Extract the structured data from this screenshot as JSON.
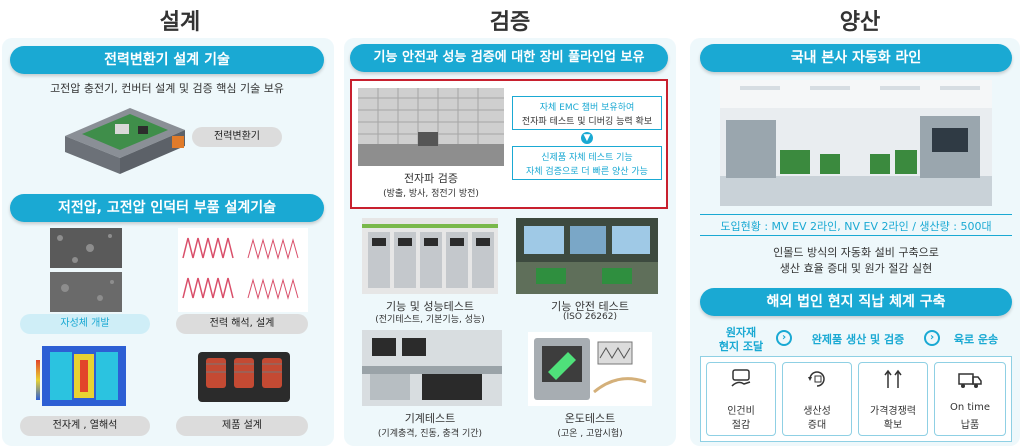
{
  "headers": {
    "design": "설계",
    "verify": "검증",
    "mass": "양산"
  },
  "design": {
    "pill1": "전력변환기 설계 기술",
    "desc1": "고전압 충전기, 컨버터 설계 및 검증 핵심 기술 보유",
    "converter_label": "전력변환기",
    "pill2": "저전압, 고전압  인덕터 부품 설계기술",
    "tiles": [
      {
        "label": "자성체 개발"
      },
      {
        "label": "전력 해석, 설계"
      },
      {
        "label": "전자계 , 열해석"
      },
      {
        "label": "제품 설계"
      }
    ]
  },
  "verify": {
    "pill": "기능 안전과 성능 검증에 대한 장비 풀라인업 보유",
    "emc_title": "전자파 검증",
    "emc_sub": "(방출, 방사, 정전기 방전)",
    "info1_line1": "자체 EMC 챔버 보유하여",
    "info1_line2": "전자파 테스트 및 디버깅 능력 확보",
    "info2_line1": "신제품 자체 테스트 기능",
    "info2_line2": "자체 검증으로 더 빠른 양산 가능",
    "tests": [
      {
        "title": "기능 및 성능테스트",
        "sub": "(전기테스트, 기본기능, 성능)"
      },
      {
        "title": "기능 안전 테스트",
        "sub": "(ISO 26262)"
      },
      {
        "title": "기계테스트",
        "sub": "(기계충격, 진동, 충격 기간)"
      },
      {
        "title": "온도테스트",
        "sub": "(고온 , 고압시험)"
      }
    ]
  },
  "mass": {
    "pill1": "국내 본사 자동화 라인",
    "status": "도입현황 : MV EV 2라인, NV EV 2라인 / 생산량 : 500대",
    "desc_line1": "인몰드 방식의 자동화 설비 구축으로",
    "desc_line2": "생산 효율 증대 및 원가 절감 실현",
    "pill2": "해외 법인 현지 직납 체계 구축",
    "flow1_line1": "원자재",
    "flow1_line2": "현지 조달",
    "flow2": "완제품 생산 및 검증",
    "flow3": "육로 운송",
    "benefits": [
      {
        "line1": "인건비",
        "line2": "절감"
      },
      {
        "line1": "생산성",
        "line2": "증대"
      },
      {
        "line1": "가격경쟁력",
        "line2": "확보"
      },
      {
        "line1": "On time",
        "line2": "납품"
      }
    ]
  },
  "colors": {
    "accent": "#1aa9d3",
    "red_frame": "#c8202e",
    "panel": "#eef8fb"
  }
}
